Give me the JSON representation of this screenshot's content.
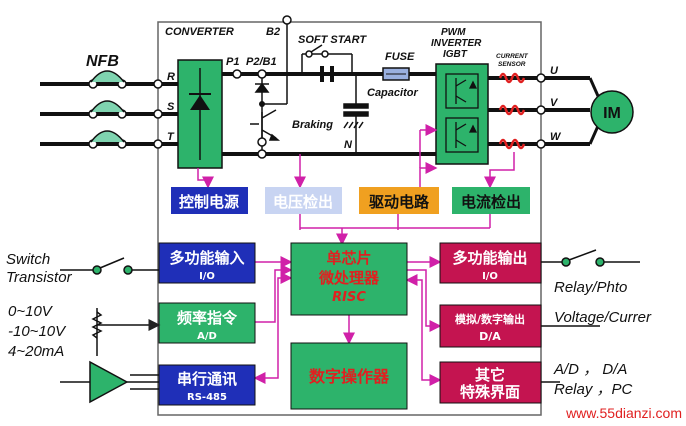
{
  "left_labels": {
    "nfb": "NFB",
    "switch": "Switch",
    "transistor": "Transistor",
    "v1": "0~10V",
    "v2": "-10~10V",
    "v3": "4~20mA"
  },
  "power": {
    "converter": "CONVERTER",
    "b2": "B2",
    "p1": "P1",
    "p2b1": "P2/B1",
    "soft_start": "SOFT START",
    "fuse": "FUSE",
    "pwm1": "PWM",
    "pwm2": "INVERTER",
    "pwm3": "IGBT",
    "current_sensor1": "CURRENT",
    "current_sensor2": "SENSOR",
    "capacitor": "Capacitor",
    "braking": "Braking",
    "n": "N",
    "r": "R",
    "s": "S",
    "t": "T",
    "u": "U",
    "v": "V",
    "w": "W",
    "motor": "IM"
  },
  "modules": {
    "ctrl_power": "控制电源",
    "voltage_detect": "电压检出",
    "drive_circuit": "驱动电路",
    "current_detect": "电流检出"
  },
  "io": {
    "multi_in": "多功能输入",
    "multi_in_sub": "I/O",
    "freq_cmd": "频率指令",
    "freq_cmd_sub": "A/D",
    "serial": "串行通讯",
    "serial_sub": "RS-485",
    "mcu1": "单芯片",
    "mcu2": "微处理器",
    "mcu3": "RISC",
    "keypad": "数字操作器",
    "multi_out": "多功能输出",
    "multi_out_sub": "I/O",
    "analog_out": "模拟/数字输出",
    "analog_out_sub": "D/A",
    "other1": "其它",
    "other2": "特殊界面"
  },
  "right_labels": {
    "relay_photo": "Relay/Phto",
    "voltage_current": "Voltage/Currer",
    "ad_da": "A/D  ，  D/A",
    "relay_pc": "Relay ，PC"
  },
  "watermark": "www.55dianzi.com",
  "colors": {
    "green": "#2db36b",
    "dark_green": "#0d8a4a",
    "blue": "#1f2fb8",
    "light_blue": "#c8d4f2",
    "orange": "#f0a020",
    "magenta": "#d020a8",
    "crimson": "#c41450",
    "red": "#e02020"
  }
}
